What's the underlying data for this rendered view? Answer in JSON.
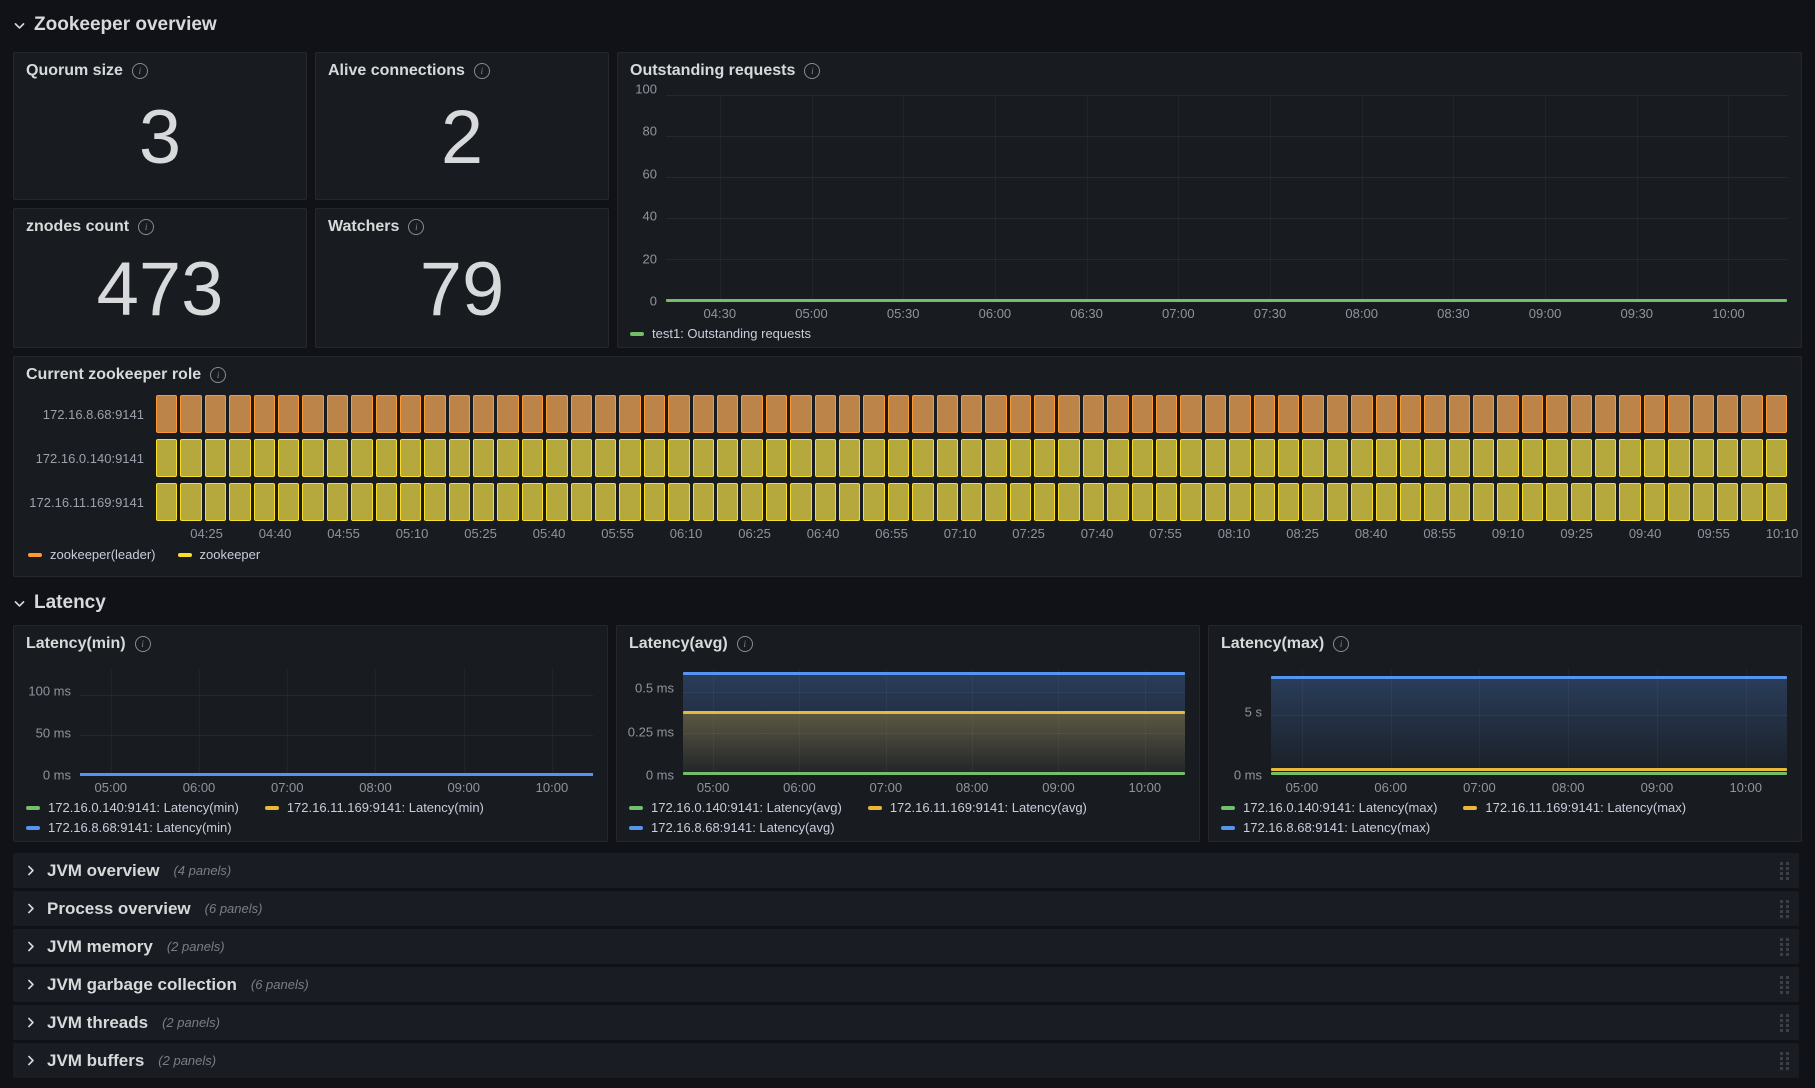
{
  "colors": {
    "green": "#73bf69",
    "yellow": "#eab839",
    "blue": "#5794f2",
    "orange": "#ff9830",
    "role_yellow": "#fade2a",
    "role_yellow_fill": "#b5a83c",
    "role_orange_fill": "#bd8449"
  },
  "section_headers": {
    "overview": "Zookeeper overview",
    "latency": "Latency"
  },
  "stat_panels": [
    {
      "title": "Quorum size",
      "value": "3"
    },
    {
      "title": "Alive connections",
      "value": "2"
    },
    {
      "title": "znodes count",
      "value": "473"
    },
    {
      "title": "Watchers",
      "value": "79"
    }
  ],
  "collapsed_rows": [
    {
      "title": "JVM overview",
      "count": "(4 panels)"
    },
    {
      "title": "Process overview",
      "count": "(6 panels)"
    },
    {
      "title": "JVM memory",
      "count": "(2 panels)"
    },
    {
      "title": "JVM garbage collection",
      "count": "(6 panels)"
    },
    {
      "title": "JVM threads",
      "count": "(2 panels)"
    },
    {
      "title": "JVM buffers",
      "count": "(2 panels)"
    }
  ],
  "chart_data": [
    {
      "id": "outstanding",
      "type": "line",
      "title": "Outstanding requests",
      "ylim": [
        0,
        100
      ],
      "grid": true,
      "legend_position": "bottom",
      "yticks": [
        {
          "label": "100",
          "value": 100
        },
        {
          "label": "80",
          "value": 80
        },
        {
          "label": "60",
          "value": 60
        },
        {
          "label": "40",
          "value": 40
        },
        {
          "label": "20",
          "value": 20
        },
        {
          "label": "0",
          "value": 0
        }
      ],
      "xticks": [
        "04:30",
        "05:00",
        "05:30",
        "06:00",
        "06:30",
        "07:00",
        "07:30",
        "08:00",
        "08:30",
        "09:00",
        "09:30",
        "10:00"
      ],
      "series": [
        {
          "name": "test1: Outstanding requests",
          "color": "#73bf69",
          "value": 0,
          "fill": false
        }
      ],
      "legend": [
        {
          "label": "test1: Outstanding requests",
          "color": "#73bf69"
        }
      ]
    },
    {
      "id": "role",
      "type": "status-history",
      "title": "Current zookeeper role",
      "bar_count": 67,
      "rows": [
        {
          "label": "172.16.8.68:9141",
          "state": "zookeeper(leader)",
          "border": "#ff9830",
          "fill": "#bd8449"
        },
        {
          "label": "172.16.0.140:9141",
          "state": "zookeeper",
          "border": "#fade2a",
          "fill": "#b5a83c"
        },
        {
          "label": "172.16.11.169:9141",
          "state": "zookeeper",
          "border": "#fade2a",
          "fill": "#b5a83c"
        }
      ],
      "xticks": [
        "04:25",
        "04:40",
        "04:55",
        "05:10",
        "05:25",
        "05:40",
        "05:55",
        "06:10",
        "06:25",
        "06:40",
        "06:55",
        "07:10",
        "07:25",
        "07:40",
        "07:55",
        "08:10",
        "08:25",
        "08:40",
        "08:55",
        "09:10",
        "09:25",
        "09:40",
        "09:55",
        "10:10"
      ],
      "legend": [
        {
          "label": "zookeeper(leader)",
          "color": "#ff9830"
        },
        {
          "label": "zookeeper",
          "color": "#fade2a"
        }
      ]
    },
    {
      "id": "latency_min",
      "type": "line",
      "title": "Latency(min)",
      "ylim": [
        0,
        135
      ],
      "grid": true,
      "yticks": [
        {
          "label": "100 ms",
          "value": 100
        },
        {
          "label": "50 ms",
          "value": 50
        },
        {
          "label": "0 ms",
          "value": 0
        }
      ],
      "xticks": [
        "05:00",
        "06:00",
        "07:00",
        "08:00",
        "09:00",
        "10:00"
      ],
      "series": [
        {
          "name": "172.16.0.140:9141: Latency(min)",
          "color": "#73bf69",
          "value": 0,
          "fill": false
        },
        {
          "name": "172.16.11.169:9141: Latency(min)",
          "color": "#eab839",
          "value": 0,
          "fill": false
        },
        {
          "name": "172.16.8.68:9141: Latency(min)",
          "color": "#5794f2",
          "value": 0,
          "fill": false
        }
      ],
      "legend": [
        {
          "label": "172.16.0.140:9141: Latency(min)",
          "color": "#73bf69"
        },
        {
          "label": "172.16.11.169:9141: Latency(min)",
          "color": "#eab839"
        },
        {
          "label": "172.16.8.68:9141: Latency(min)",
          "color": "#5794f2"
        }
      ]
    },
    {
      "id": "latency_avg",
      "type": "line",
      "title": "Latency(avg)",
      "ylim": [
        0,
        0.65
      ],
      "grid": true,
      "yticks": [
        {
          "label": "0.5 ms",
          "value": 0.5
        },
        {
          "label": "0.25 ms",
          "value": 0.25
        },
        {
          "label": "0 ms",
          "value": 0
        }
      ],
      "xticks": [
        "05:00",
        "06:00",
        "07:00",
        "08:00",
        "09:00",
        "10:00"
      ],
      "series": [
        {
          "name": "172.16.8.68:9141: Latency(avg)",
          "color": "#5794f2",
          "value": 0.62,
          "fill": true
        },
        {
          "name": "172.16.11.169:9141: Latency(avg)",
          "color": "#eab839",
          "value": 0.38,
          "fill": true
        },
        {
          "name": "172.16.0.140:9141: Latency(avg)",
          "color": "#73bf69",
          "value": 0.004,
          "fill": false
        }
      ],
      "legend": [
        {
          "label": "172.16.0.140:9141: Latency(avg)",
          "color": "#73bf69"
        },
        {
          "label": "172.16.11.169:9141: Latency(avg)",
          "color": "#eab839"
        },
        {
          "label": "172.16.8.68:9141: Latency(avg)",
          "color": "#5794f2"
        }
      ]
    },
    {
      "id": "latency_max",
      "type": "line",
      "title": "Latency(max)",
      "ylim": [
        0,
        9
      ],
      "grid": true,
      "yticks": [
        {
          "label": "5 s",
          "value": 5
        },
        {
          "label": "0 ms",
          "value": 0
        }
      ],
      "xticks": [
        "05:00",
        "06:00",
        "07:00",
        "08:00",
        "09:00",
        "10:00"
      ],
      "series": [
        {
          "name": "172.16.8.68:9141: Latency(max)",
          "color": "#5794f2",
          "value": 8.25,
          "fill": true
        },
        {
          "name": "172.16.11.169:9141: Latency(max)",
          "color": "#eab839",
          "value": 0.42,
          "fill": false
        },
        {
          "name": "172.16.0.140:9141: Latency(max)",
          "color": "#73bf69",
          "value": 0.06,
          "fill": false
        }
      ],
      "legend": [
        {
          "label": "172.16.0.140:9141: Latency(max)",
          "color": "#73bf69"
        },
        {
          "label": "172.16.11.169:9141: Latency(max)",
          "color": "#eab839"
        },
        {
          "label": "172.16.8.68:9141: Latency(max)",
          "color": "#5794f2"
        }
      ]
    }
  ]
}
